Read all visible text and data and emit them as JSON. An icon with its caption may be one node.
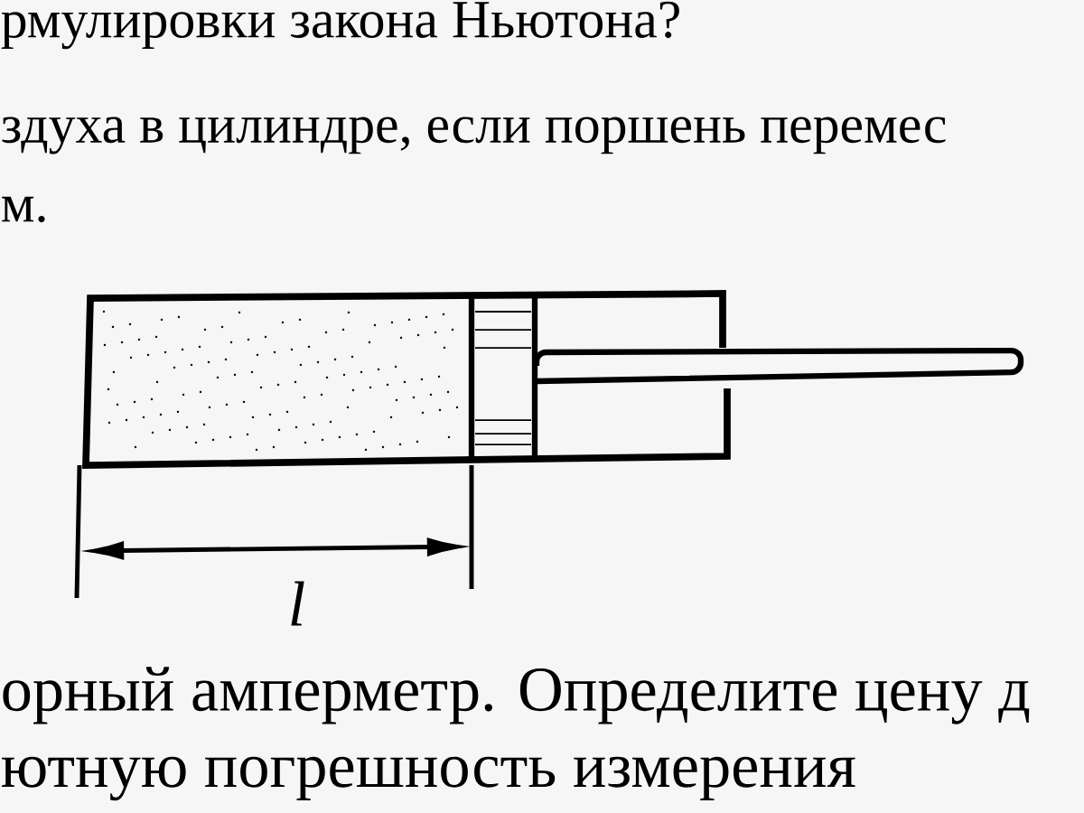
{
  "diagram": {
    "labels": [
      "рмулировки закона Ньютона?",
      "здуха в цилиндре, если поршень перемес",
      "м.",
      "l",
      "орный амперметр. Определите цену д",
      "ютную погрешность измерения"
    ]
  }
}
